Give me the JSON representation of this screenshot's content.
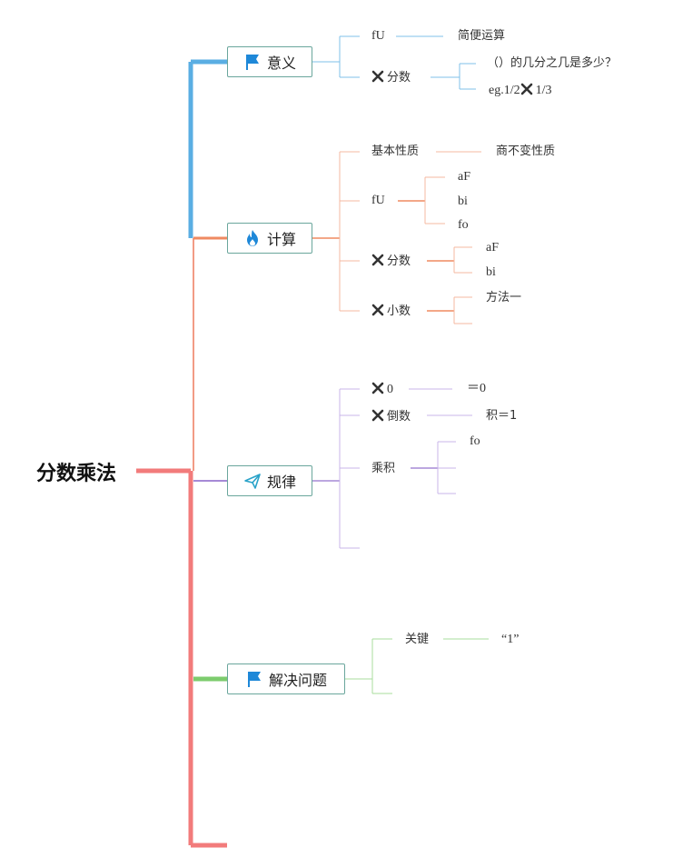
{
  "root": "分数乘法",
  "branches": [
    {
      "key": "b1",
      "label": "意义",
      "icon": "flag-icon",
      "color": "#5aaee3"
    },
    {
      "key": "b2",
      "label": "计算",
      "icon": "fire-icon",
      "color": "#ef8a61"
    },
    {
      "key": "b3",
      "label": "规律",
      "icon": "paper-plane-icon",
      "color": "#a68ad6"
    },
    {
      "key": "b4",
      "label": "解决问题",
      "icon": "flag-icon",
      "color": "#7dcc6e"
    }
  ],
  "rootColor": "#f27b7b",
  "b1": {
    "c1": "fU",
    "c1a": "简便运算",
    "c2": "分数",
    "c2a": "（）的几分之几是多少？",
    "c2b_pre": "eg.1/2",
    "c2b_post": "1/3"
  },
  "b2": {
    "c1": "基本性质",
    "c1a": "商不变性质",
    "c2": "fU",
    "c2a": "aF",
    "c2b": "bi",
    "c2c": "fo",
    "c3": "分数",
    "c3a": "aF",
    "c3b": "bi",
    "c4": "小数",
    "c4a": "方法一"
  },
  "b3": {
    "c1": "0",
    "c1a": "＝0",
    "c2": "倒数",
    "c2a": "积＝1",
    "c3": "乘积",
    "c3a": "fo"
  },
  "b4": {
    "c1": "关键",
    "c1a": "“1”"
  }
}
